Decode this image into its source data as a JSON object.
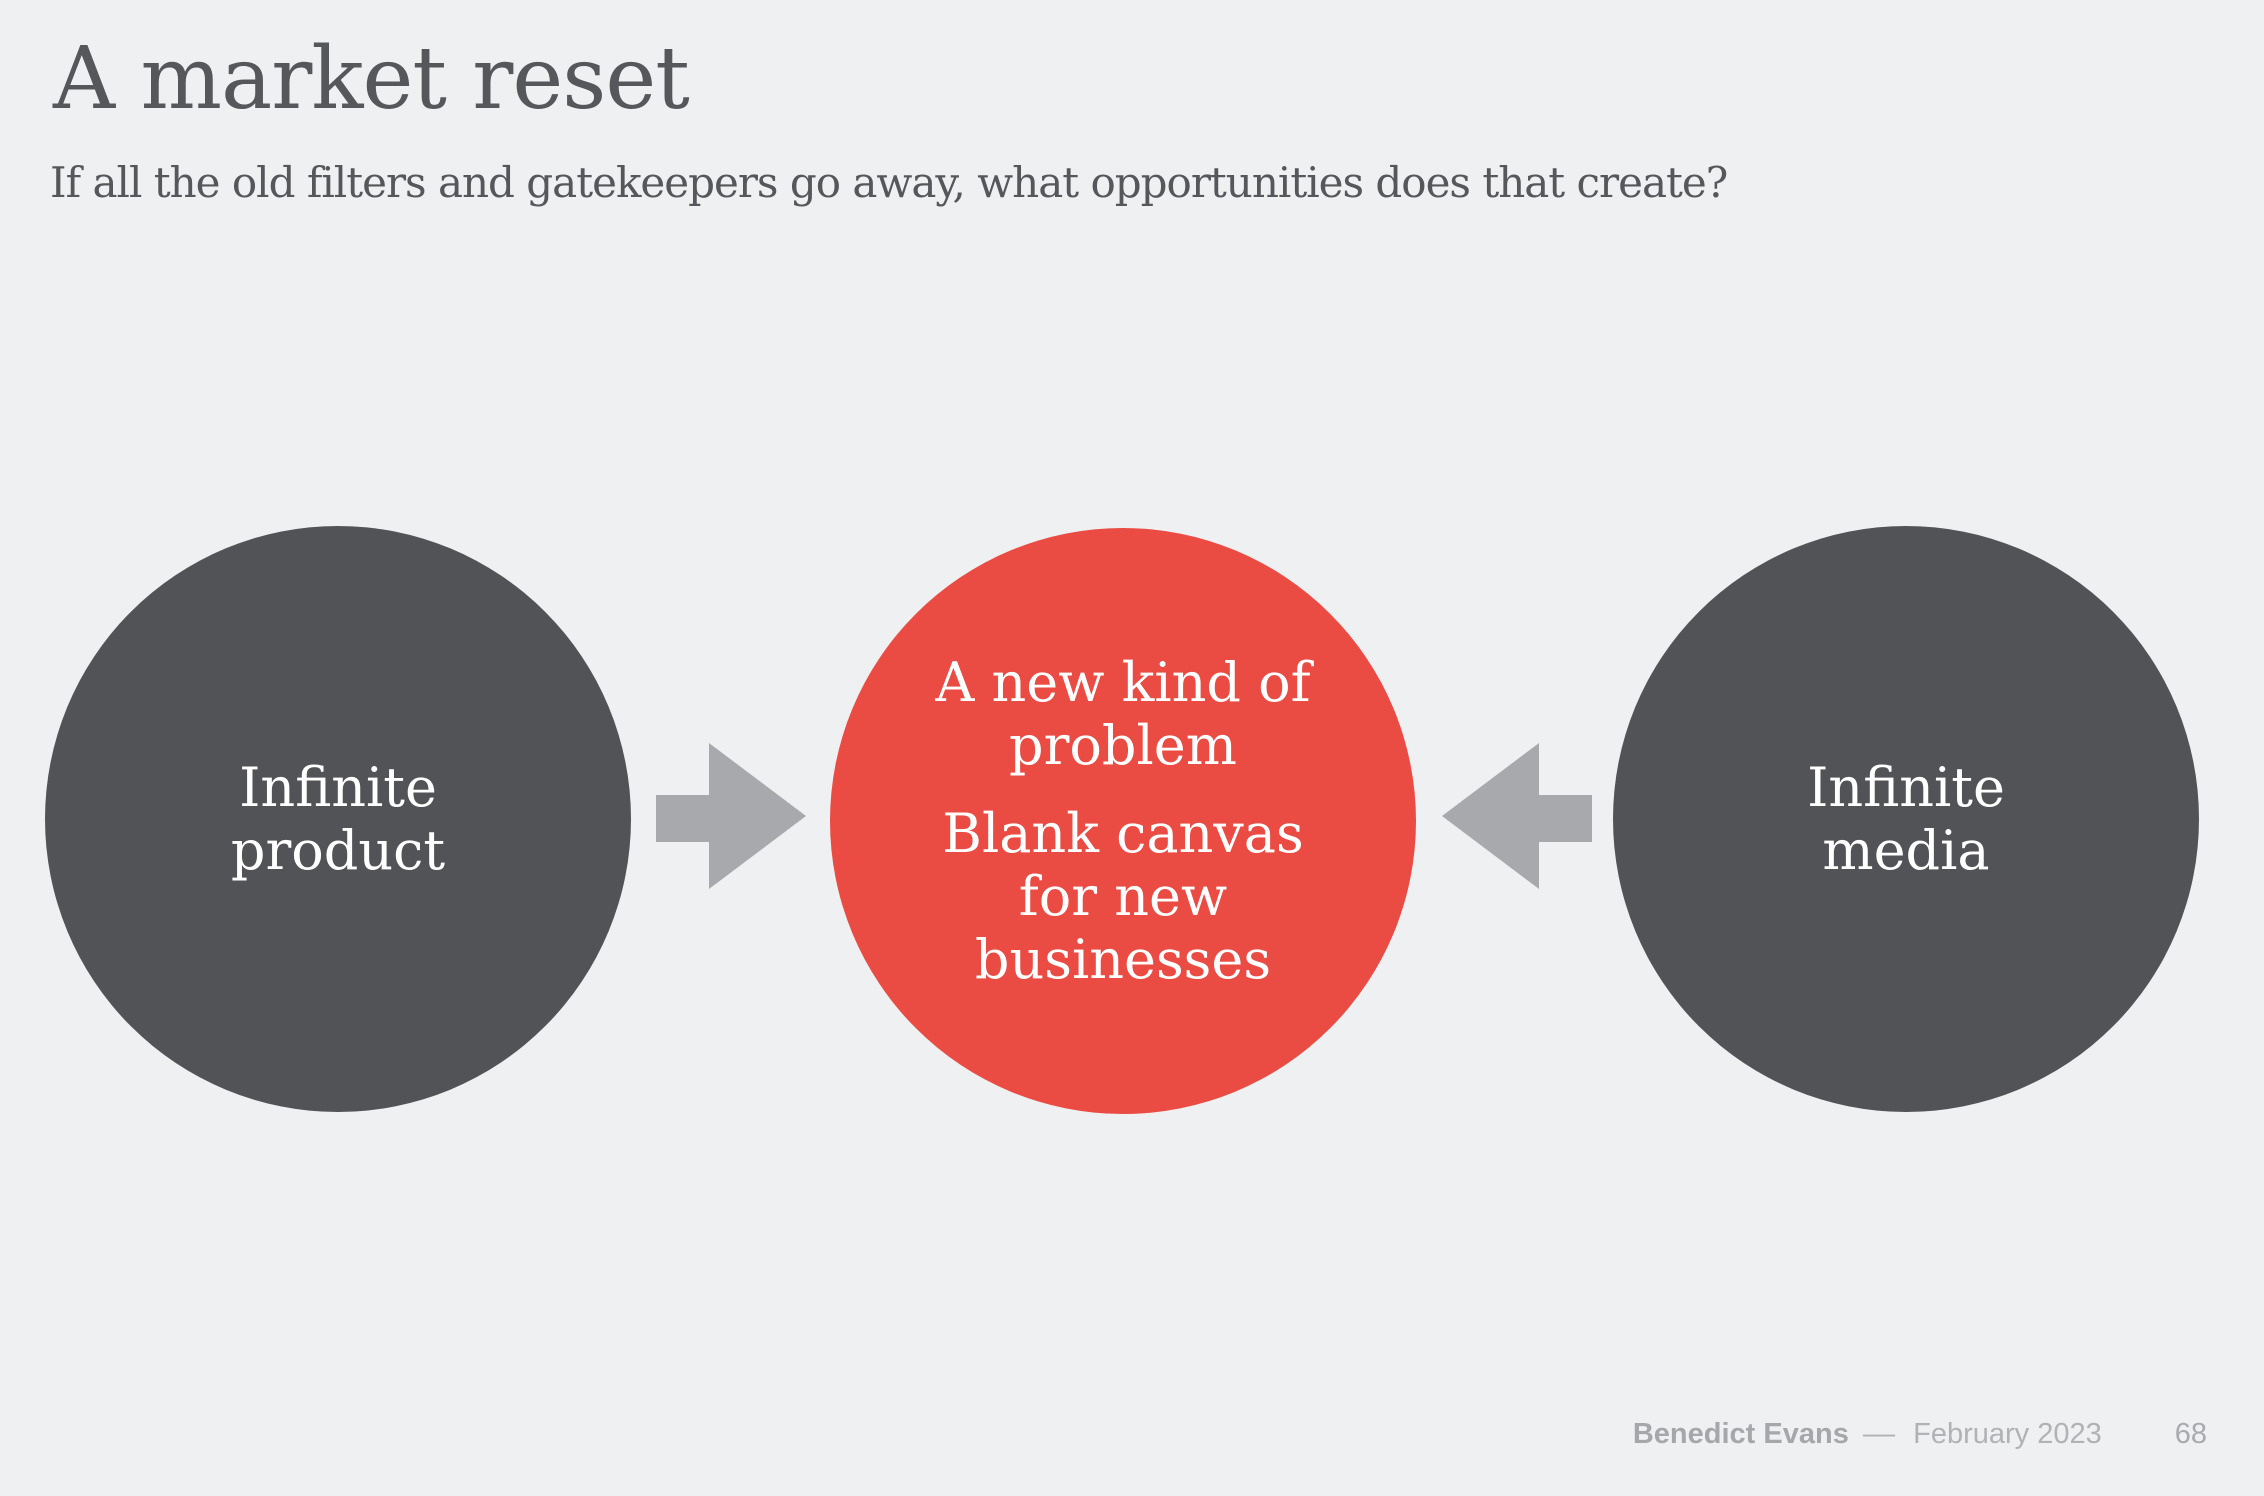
{
  "slide": {
    "title": "A market reset",
    "subtitle": "If all the old filters and gatekeepers go away, what opportunities does that create?"
  },
  "diagram": {
    "left_circle": {
      "label": "Infinite\nproduct",
      "fill": "#525357"
    },
    "center_circle": {
      "heading": "A new kind of\nproblem",
      "body": "Blank canvas\nfor new\nbusinesses",
      "fill": "#ea4b42"
    },
    "right_circle": {
      "label": "Infinite\nmedia",
      "fill": "#525357"
    },
    "arrow_color": "#a7a9ac"
  },
  "footer": {
    "author": "Benedict Evans",
    "separator": "––",
    "date": "February 2023",
    "page_number": "68"
  },
  "colors": {
    "background": "#eff0f2",
    "title_text": "#56575b",
    "circle_text": "#ffffff",
    "footer_text": "#b0b2b5",
    "footer_author": "#a5a7aa"
  }
}
